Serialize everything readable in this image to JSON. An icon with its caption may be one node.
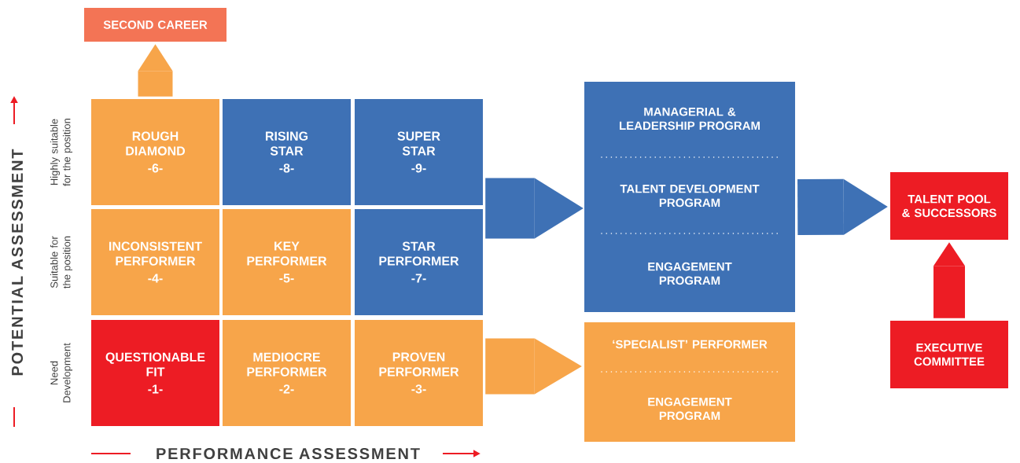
{
  "diagram": {
    "nodes": [
      {
        "text": [
          "SECOND CAREER"
        ]
      },
      {
        "text": [
          "ROUGH DIAMOND",
          "-6-"
        ]
      },
      {
        "text": [
          "RISING STAR",
          "-8-"
        ]
      },
      {
        "text": [
          "SUPER STAR",
          "-9-"
        ]
      },
      {
        "text": [
          "INCONSISTENT PERFORMER",
          "-4-"
        ]
      },
      {
        "text": [
          "KEY PERFORMER",
          "-5-"
        ]
      },
      {
        "text": [
          "STAR PERFORMER",
          "-7-"
        ]
      },
      {
        "text": [
          "QUESTIONABLE FIT",
          "-1-"
        ]
      },
      {
        "text": [
          "MEDIOCRE PERFORMER",
          "-2-"
        ]
      },
      {
        "text": [
          "PROVEN PERFORMER",
          "-3-"
        ]
      },
      {
        "text": [
          "MANAGERIAL & LEADERSHIP PROGRAM",
          "TALENT DEVELOPMENT PROGRAM",
          "ENGAGEMENT PROGRAM"
        ]
      },
      {
        "text": [
          "‘SPECIALIST’ PERFORMER",
          "ENGAGEMENT PROGRAM"
        ]
      },
      {
        "text": [
          "TALENT POOL & SUCCESSORS"
        ]
      },
      {
        "text": [
          "EXECUTIVE COMMITTEE"
        ]
      }
    ],
    "edges": [
      {
        "from": 1,
        "to": 0,
        "arrow": "to",
        "color": "#f7a54a"
      },
      {
        "from": 6,
        "to": 10,
        "arrow": "to",
        "color": "#3e71b5"
      },
      {
        "from": 9,
        "to": 11,
        "arrow": "to",
        "color": "#f7a54a"
      },
      {
        "from": 10,
        "to": 12,
        "arrow": "to",
        "color": "#3e71b5"
      },
      {
        "from": 13,
        "to": 12,
        "arrow": "to",
        "color": "#ed1c24"
      }
    ],
    "labels": [
      "POTENTIAL ASSESSMENT",
      "Highly suitable for the position",
      "Suitable for the position",
      "Need Development",
      "PERFORMANCE ASSESSMENT"
    ]
  }
}
